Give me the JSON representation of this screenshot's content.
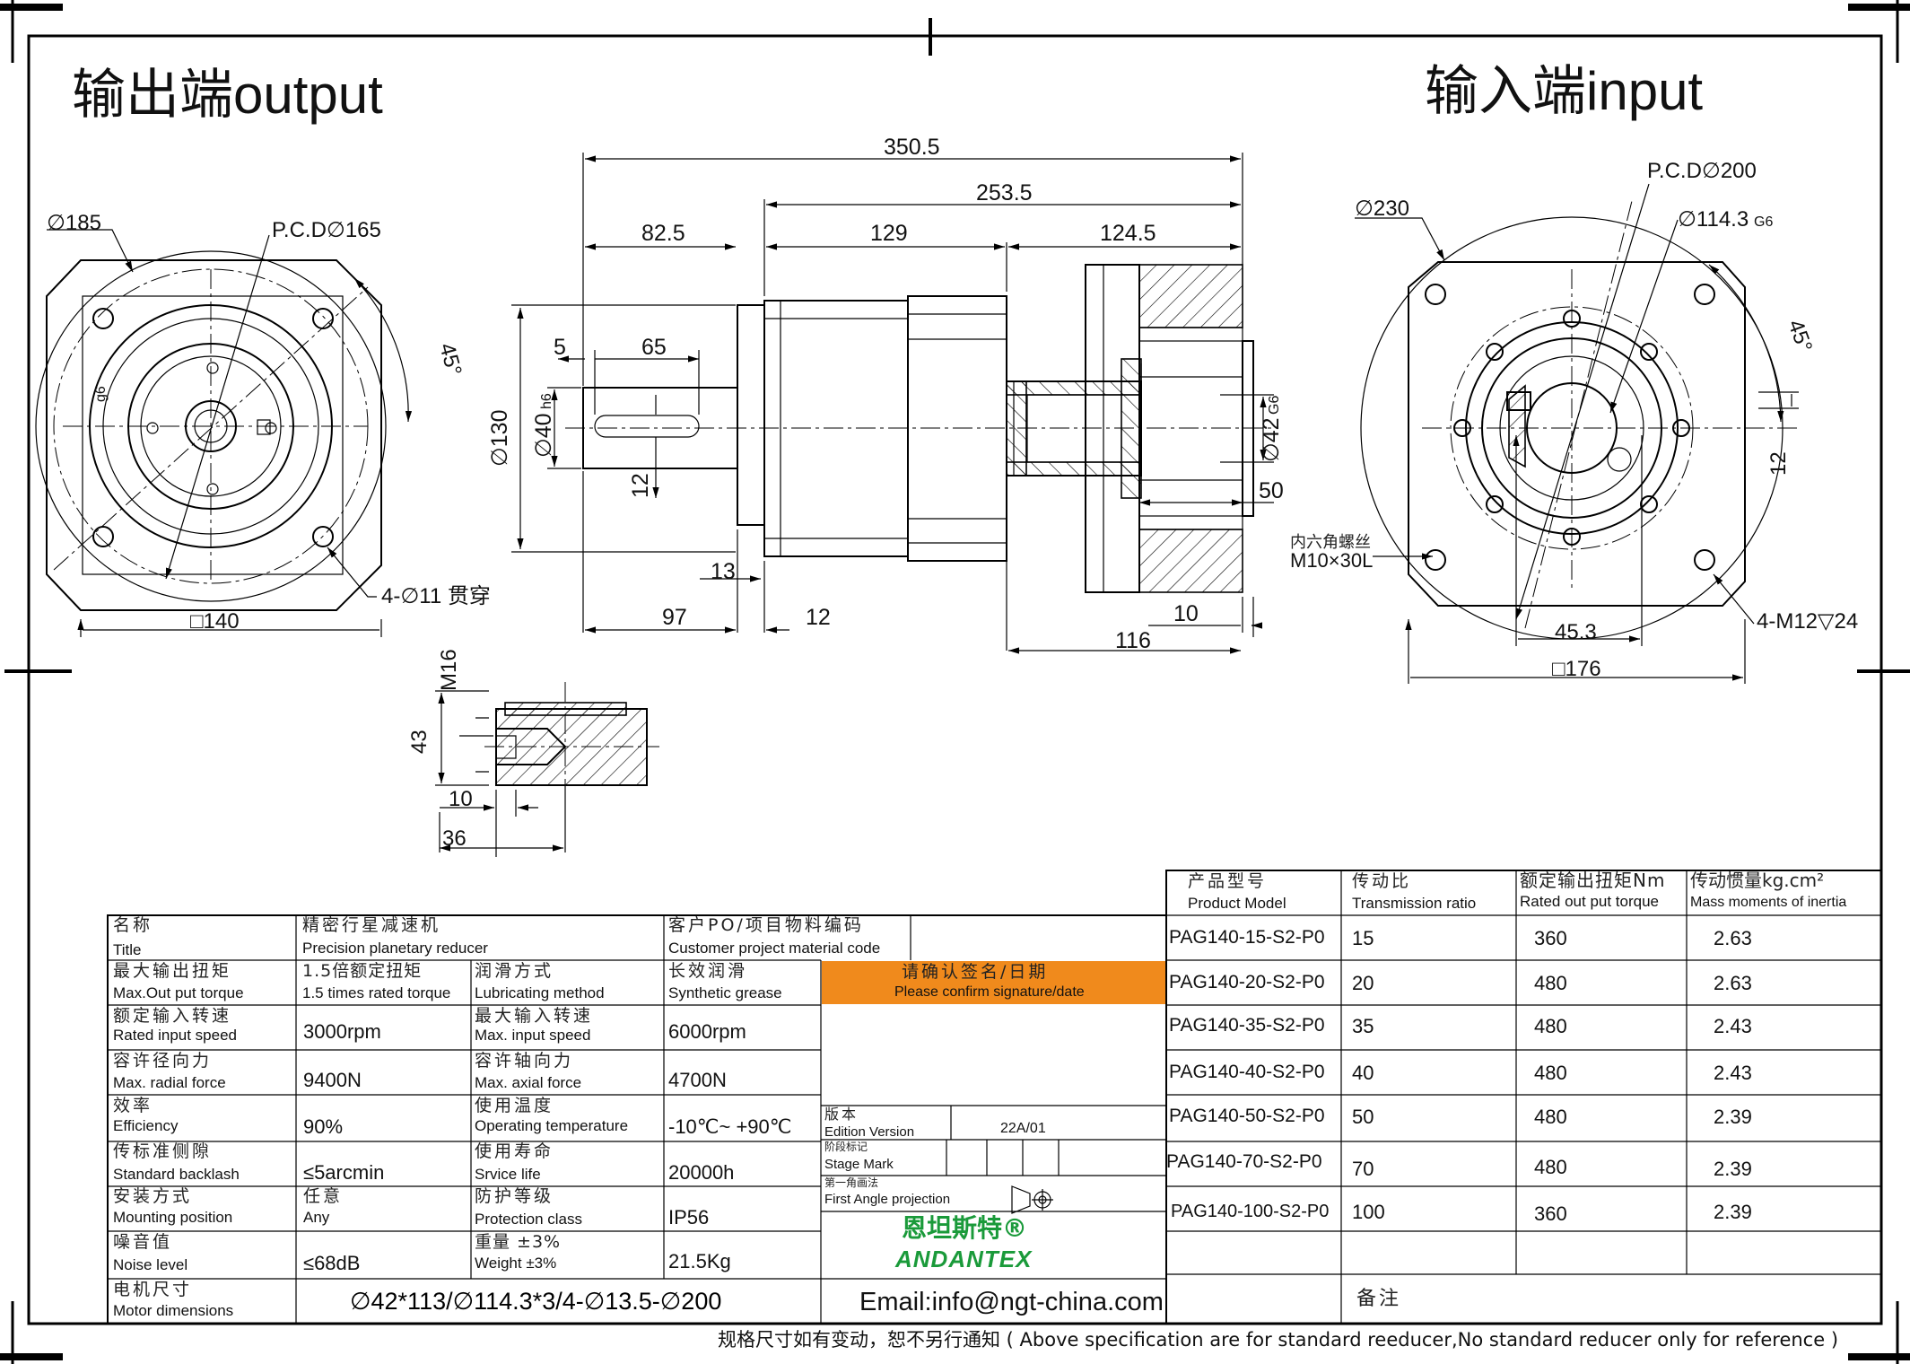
{
  "headings": {
    "output": "输出端output",
    "input": "输入端input"
  },
  "dims": {
    "d350": "350.5",
    "d253": "253.5",
    "d82": "82.5",
    "d129": "129",
    "d124": "124.5",
    "d5": "5",
    "d65": "65",
    "d12key": "12",
    "d13": "13",
    "d97": "97",
    "d12b": "12",
    "d10": "10",
    "d116": "116",
    "d50": "50",
    "phi130": "∅130",
    "phi130g": "g6",
    "phi40": "∅40",
    "phi40g": "h6",
    "phi42": "∅42",
    "phi42g": "G6",
    "out_phi185": "∅185",
    "out_pcd": "P.C.D∅165",
    "out_45": "45°",
    "out_sq140": "□140",
    "out_holes": "4-∅11 贯穿",
    "in_phi230": "∅230",
    "in_pcd": "P.C.D∅200",
    "in_phi114": "∅114.3",
    "in_phi114g": "G6",
    "in_45": "45°",
    "in_12": "12",
    "in_45_3": "45.3",
    "in_sq176": "□176",
    "in_holes": "4-M12▽24",
    "screw_cn": "内六角螺丝",
    "screw_en": "M10×30L",
    "det_m16": "M16",
    "det_43": "43",
    "det_10": "10",
    "det_36": "36"
  },
  "spec": {
    "title_cn": "名称",
    "title_en": "Title",
    "name_cn": "精密行星减速机",
    "name_en": "Precision planetary reducer",
    "po_cn": "客户PO/项目物料编码",
    "po_en": "Customer project material code",
    "rows": [
      {
        "a_cn": "最大输出扭矩",
        "a_en": "Max.Out put torque",
        "a_v_cn": "1.5倍额定扭矩",
        "a_v_en": "1.5 times rated torque",
        "b_cn": "润滑方式",
        "b_en": "Lubricating method",
        "b_v_cn": "长效润滑",
        "b_v_en": "Synthetic grease"
      },
      {
        "a_cn": "额定输入转速",
        "a_en": "Rated input speed",
        "a_v": "3000rpm",
        "b_cn": "最大输入转速",
        "b_en": "Max. input speed",
        "b_v": "6000rpm"
      },
      {
        "a_cn": "容许径向力",
        "a_en": "Max. radial force",
        "a_v": "9400N",
        "b_cn": "容许轴向力",
        "b_en": "Max. axial force",
        "b_v": "4700N"
      },
      {
        "a_cn": "效率",
        "a_en": "Efficiency",
        "a_v": "90%",
        "b_cn": "使用温度",
        "b_en": "Operating temperature",
        "b_v": "-10℃~ +90℃"
      },
      {
        "a_cn": "传标准侧隙",
        "a_en": "Standard backlash",
        "a_v": "≤5arcmin",
        "b_cn": "使用寿命",
        "b_en": "Srvice life",
        "b_v": "20000h"
      },
      {
        "a_cn": "安装方式",
        "a_en": "Mounting position",
        "a_v": "任意",
        "a_v2": "Any",
        "b_cn": "防护等级",
        "b_en": "Protection class",
        "b_v": "IP56"
      },
      {
        "a_cn": "噪音值",
        "a_en": "Noise level",
        "a_v": "≤68dB",
        "b_cn": "重量 ±3%",
        "b_en": "Weight ±3%",
        "b_v": "21.5Kg"
      }
    ],
    "motor_cn": "电机尺寸",
    "motor_en": "Motor dimensions",
    "motor_v": "∅42*113/∅114.3*3/4-∅13.5-∅200",
    "confirm_cn": "请确认签名/日期",
    "confirm_en": "Please confirm signature/date",
    "edition_cn": "版本",
    "edition_en": "Edition Version",
    "edition_v": "22A/01",
    "stage_cn": "阶段标记",
    "stage_en": "Stage Mark",
    "proj_cn": "第一角画法",
    "proj_en": "First Angle projection",
    "brand_cn": "恩坦斯特®",
    "brand_en": "ANDANTEX",
    "email": "Email:info@ngt-china.com",
    "remark": "备注",
    "footer": "规格尺寸如有变动，恕不另行通知  ( Above specification are for standard reeducer,No standard reducer only for reference )"
  },
  "models": {
    "h_model_cn": "产品型号",
    "h_model_en": "Product Model",
    "h_ratio_cn": "传动比",
    "h_ratio_en": "Transmission ratio",
    "h_torque_cn": "额定输出扭矩Nm",
    "h_torque_en": "Rated out put torque",
    "h_inertia_cn": "传动惯量kg.cm²",
    "h_inertia_en": "Mass moments of inertia",
    "rows": [
      {
        "model": "PAG140-15-S2-P0",
        "ratio": "15",
        "torque": "360",
        "inertia": "2.63"
      },
      {
        "model": "PAG140-20-S2-P0",
        "ratio": "20",
        "torque": "480",
        "inertia": "2.63"
      },
      {
        "model": "PAG140-35-S2-P0",
        "ratio": "35",
        "torque": "480",
        "inertia": "2.43"
      },
      {
        "model": "PAG140-40-S2-P0",
        "ratio": "40",
        "torque": "480",
        "inertia": "2.43"
      },
      {
        "model": "PAG140-50-S2-P0",
        "ratio": "50",
        "torque": "480",
        "inertia": "2.39"
      },
      {
        "model": "PAG140-70-S2-P0",
        "ratio": "70",
        "torque": "480",
        "inertia": "2.39"
      },
      {
        "model": "PAG140-100-S2-P0",
        "ratio": "100",
        "torque": "360",
        "inertia": "2.39"
      }
    ]
  },
  "colors": {
    "confirm_bg": "#f08a1c",
    "brand": "#1a9a3a"
  }
}
